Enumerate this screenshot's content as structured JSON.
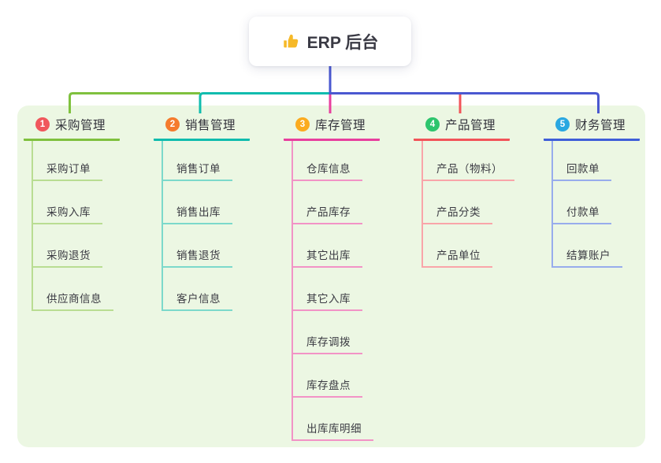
{
  "root": {
    "title": "ERP 后台",
    "icon": "thumbs-up"
  },
  "branches": [
    {
      "index": "1",
      "title": "采购管理",
      "color": "#7fc13e",
      "light_color": "#b9dd92",
      "badge_color": "#f0575c",
      "children": [
        "采购订单",
        "采购入库",
        "采购退货",
        "供应商信息"
      ]
    },
    {
      "index": "2",
      "title": "销售管理",
      "color": "#10bcae",
      "light_color": "#7cd9cb",
      "badge_color": "#f57b2d",
      "children": [
        "销售订单",
        "销售出库",
        "销售退货",
        "客户信息"
      ]
    },
    {
      "index": "3",
      "title": "库存管理",
      "color": "#e83f9e",
      "light_color": "#f293c6",
      "badge_color": "#fbab1f",
      "children": [
        "仓库信息",
        "产品库存",
        "其它出库",
        "其它入库",
        "库存调拨",
        "库存盘点",
        "出库库明细"
      ]
    },
    {
      "index": "4",
      "title": "产品管理",
      "color": "#f25459",
      "light_color": "#f9a5a9",
      "badge_color": "#2dc56d",
      "children": [
        "产品（物料）",
        "产品分类",
        "产品单位"
      ]
    },
    {
      "index": "5",
      "title": "财务管理",
      "color": "#3f5ed8",
      "light_color": "#98acec",
      "badge_color": "#29a7e1",
      "children": [
        "回款单",
        "付款单",
        "结算账户"
      ]
    }
  ],
  "colors": {
    "canvas": "#ffffff",
    "panel_background": "#ecf7e3",
    "connector_blue": "#4a58d0",
    "thumb_icon": "#f6b928",
    "text": "#3a3a42"
  }
}
